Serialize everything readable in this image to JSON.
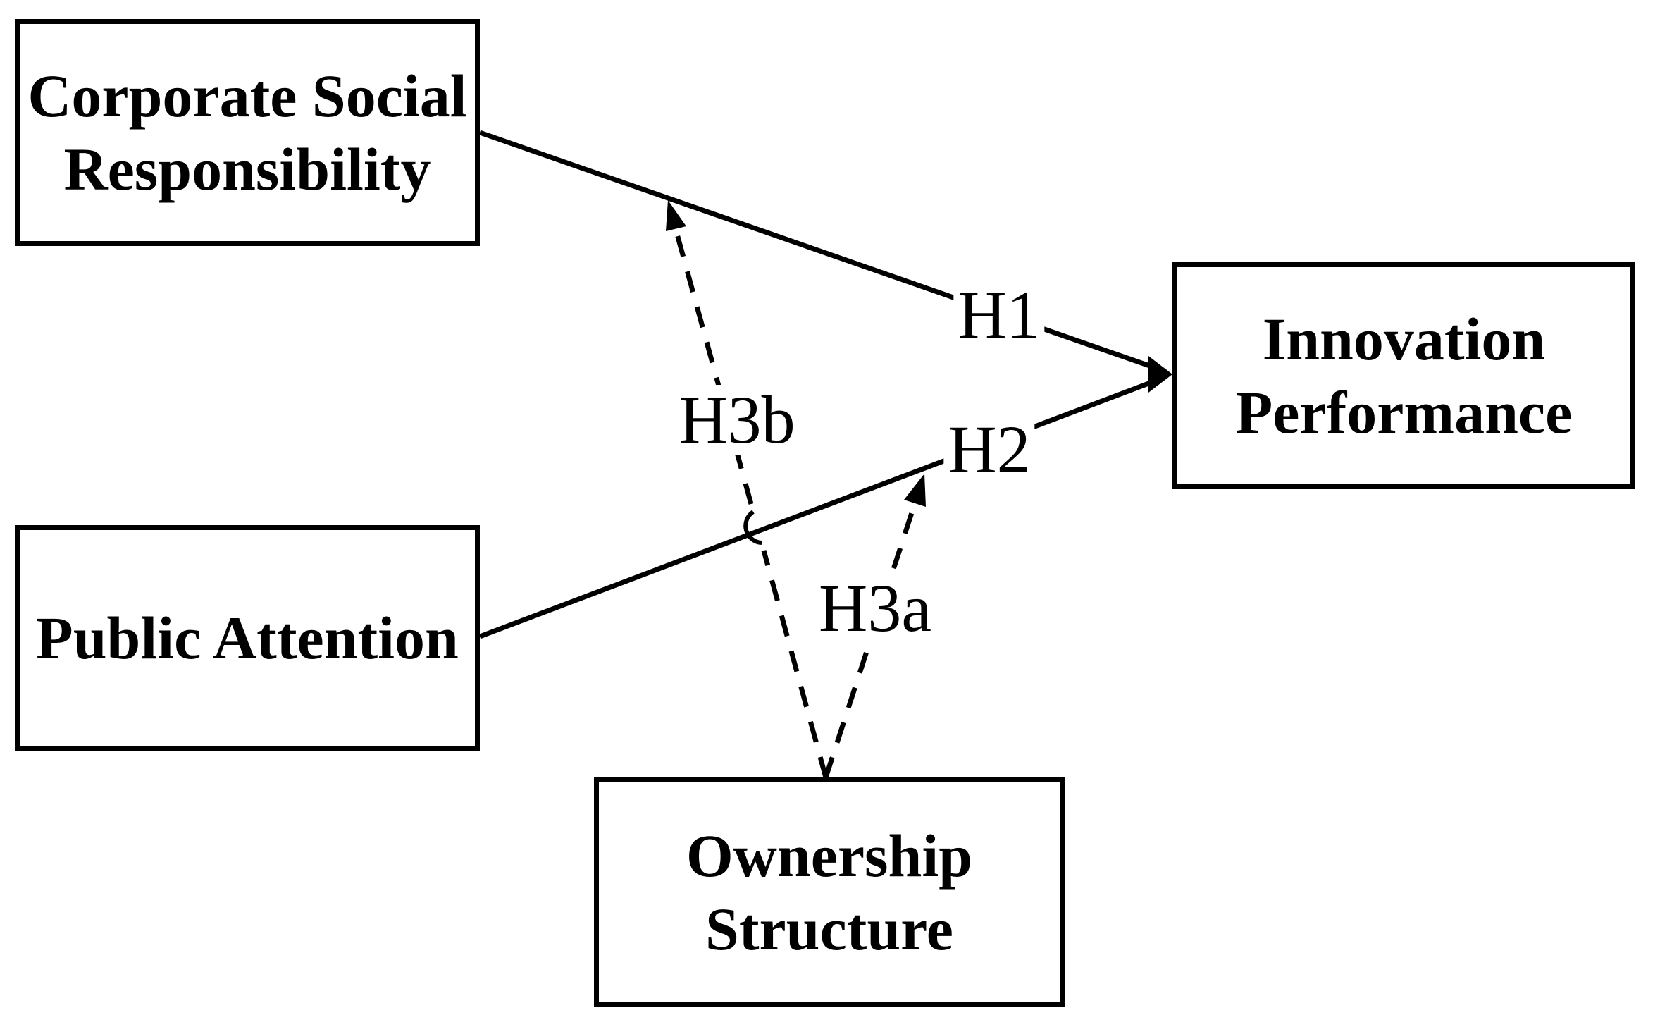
{
  "colors": {
    "ink": "#000000",
    "background": "#ffffff"
  },
  "nodes": {
    "csr": {
      "label": "Corporate Social Responsibility",
      "lines": [
        "Corporate Social",
        "Responsibility"
      ]
    },
    "public_attention": {
      "label": "Public Attention",
      "lines": [
        "Public Attention"
      ]
    },
    "innovation_performance": {
      "label": "Innovation Performance",
      "lines": [
        "Innovation",
        "Performance"
      ]
    },
    "ownership_structure": {
      "label": "Ownership Structure",
      "lines": [
        "Ownership",
        "Structure"
      ]
    }
  },
  "edges": [
    {
      "label": "H1",
      "from": "Corporate Social Responsibility",
      "to": "Innovation Performance",
      "style": "solid-arrow"
    },
    {
      "label": "H2",
      "from": "Public Attention",
      "to": "Innovation Performance",
      "style": "solid-arrow"
    },
    {
      "label": "H3a",
      "from": "Ownership Structure",
      "to": "H2 path (Public Attention to Innovation Performance)",
      "style": "dashed-arrow"
    },
    {
      "label": "H3b",
      "from": "Ownership Structure",
      "to": "H1 path (Corporate Social Responsibility to Innovation Performance)",
      "style": "dashed-arrow"
    }
  ]
}
